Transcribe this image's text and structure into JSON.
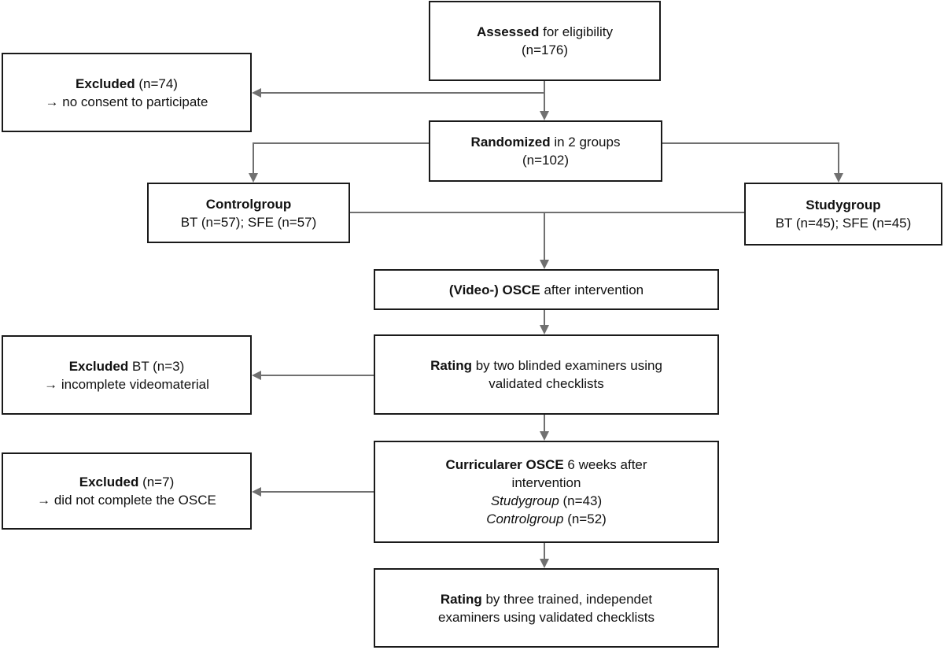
{
  "assessed": {
    "bold": "Assessed",
    "rest": " for eligibility",
    "count": "(n=176)"
  },
  "excluded_consent": {
    "bold": "Excluded",
    "rest": " (n=74)",
    "reason": "→ no consent to participate"
  },
  "randomized": {
    "bold": "Randomized",
    "rest": " in 2 groups",
    "count": "(n=102)"
  },
  "controlgroup": {
    "title": "Controlgroup",
    "detail": "BT (n=57); SFE (n=57)"
  },
  "studygroup": {
    "title": "Studygroup",
    "detail": "BT (n=45); SFE (n=45)"
  },
  "video_osce": {
    "bold": "(Video-) OSCE",
    "rest": " after intervention"
  },
  "excluded_bt": {
    "bold": "Excluded",
    "rest": " BT (n=3)",
    "reason": "→ incomplete videomaterial"
  },
  "rating_two": {
    "bold": "Rating",
    "rest": " by two blinded examiners using",
    "line2": "validated checklists"
  },
  "excluded_osce": {
    "bold": "Excluded",
    "rest": " (n=7)",
    "reason": "→ did not complete the OSCE"
  },
  "curricular_osce": {
    "bold": "Curricularer OSCE",
    "rest": " 6 weeks after",
    "line2": "intervention",
    "study_label": "Studygroup",
    "study_count": " (n=43)",
    "control_label": "Controlgroup",
    "control_count": " (n=52)"
  },
  "rating_three": {
    "bold": "Rating",
    "rest": " by three trained, independet",
    "line2": "examiners using validated checklists"
  },
  "colors": {
    "box_border": "#1a1a1a",
    "connector": "#707070"
  }
}
